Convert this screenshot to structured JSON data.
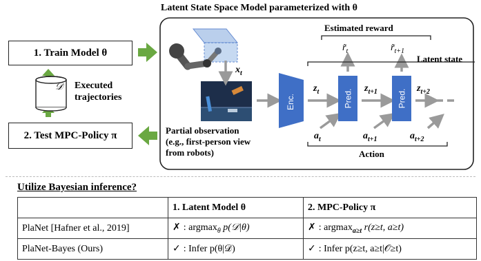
{
  "diagram": {
    "title": "Latent State Space Model parameterized with θ",
    "train_model": "1. Train Model θ",
    "test_policy": "2. Test MPC-Policy π",
    "dataset_symbol": "𝒟",
    "executed": "Executed",
    "trajectories": "trajectories",
    "obs_var": "x",
    "obs_sub": "t",
    "partial_obs_lines": [
      "Partial observation",
      "(e.g., first-person view",
      "from robots)"
    ],
    "encoder": "Enc.",
    "pred": "Pred.",
    "estimated_reward": "Estimated reward",
    "latent_state": "Latent state",
    "action": "Action",
    "latents": [
      {
        "var": "z",
        "sub": "t"
      },
      {
        "var": "z",
        "sub": "t+1"
      },
      {
        "var": "z",
        "sub": "t+2"
      }
    ],
    "rewards": [
      {
        "var": "r̃",
        "sub": "t"
      },
      {
        "var": "r̃",
        "sub": "t+1"
      }
    ],
    "actions": [
      {
        "var": "a",
        "sub": "t"
      },
      {
        "var": "a",
        "sub": "t+1"
      },
      {
        "var": "a",
        "sub": "t+2"
      }
    ],
    "colors": {
      "arrow_green": "#6aa842",
      "block_blue": "#3f6fc6",
      "arrow_gray": "#9a9a9a"
    }
  },
  "table": {
    "heading": "Utilize Bayesian inference?",
    "col1": "1. Latent Model θ",
    "col2": "2. MPC-Policy π",
    "rows": [
      {
        "name": "PlaNet [Hafner et al., 2019]",
        "c1_mark": "✗",
        "c1_text": ": argmax",
        "c1_sub": "θ",
        "c1_rest": " p(𝒟|θ)",
        "c2_mark": "✗",
        "c2_text": ": argmax",
        "c2_sub": "a≥t",
        "c2_rest": " r(z≥t, a≥t)"
      },
      {
        "name": "PlaNet-Bayes (Ours)",
        "c1_mark": "✓",
        "c1_text": ": Infer p(θ|𝒟)",
        "c2_mark": "✓",
        "c2_text": ": Infer p(z≥t, a≥t|𝒪≥t)"
      }
    ]
  }
}
